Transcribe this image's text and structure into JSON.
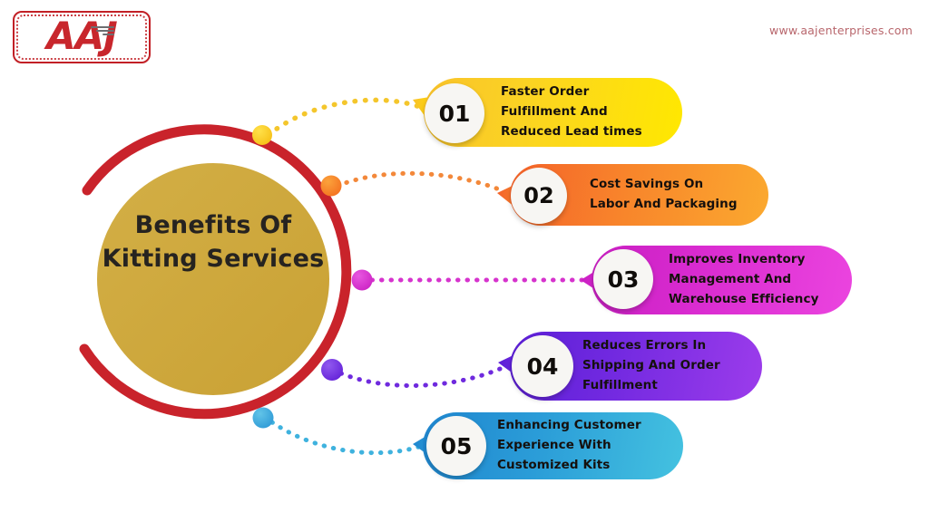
{
  "brand": {
    "logo_text": "AAJ",
    "website": "www.aajenterprises.com",
    "logo_color": "#c8262c",
    "url_color": "#b8666c"
  },
  "center": {
    "title": "Benefits Of\nKitting\nServices",
    "circle_color": "#cfa93e",
    "arc_color": "#c9232b"
  },
  "items": [
    {
      "number": "01",
      "text": "Faster Order\nFulfillment And\nReduced Lead times",
      "color": "#f9c22b",
      "color_end": "#ffe800",
      "dot_color": "#f9c92b"
    },
    {
      "number": "02",
      "text": "Cost Savings On\nLabor And Packaging",
      "color": "#f4622a",
      "color_end": "#fba92f",
      "dot_color": "#f7802b"
    },
    {
      "number": "03",
      "text": "Improves Inventory\nManagement And\nWarehouse Efficiency",
      "color": "#c91fc2",
      "color_end": "#eb44df",
      "dot_color": "#d42fcf"
    },
    {
      "number": "04",
      "text": "Reduces Errors In\nShipping And Order\nFulfillment",
      "color": "#5b1fd6",
      "color_end": "#9c3ceb",
      "dot_color": "#6f2ade"
    },
    {
      "number": "05",
      "text": "Enhancing Customer\nExperience With\nCustomized Kits",
      "color": "#1f86cf",
      "color_end": "#44c2e0",
      "dot_color": "#3aa8dc"
    }
  ]
}
